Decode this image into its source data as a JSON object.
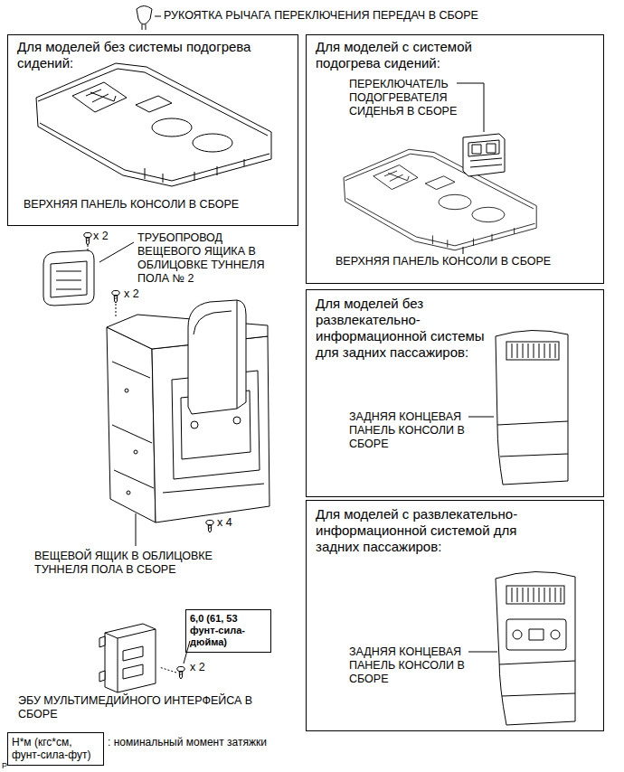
{
  "diagram": {
    "nodes": [
      {
        "text": [
          "Для моделей без системы подогрева сидений:",
          "ВЕРХНЯЯ ПАНЕЛЬ КОНСОЛИ В СБОРЕ"
        ]
      },
      {
        "text": [
          "Для моделей с системой подогрева сидений:",
          "ПЕРЕКЛЮЧАТЕЛЬ ПОДОГРЕВАТЕЛЯ СИДЕНЬЯ В СБОРЕ",
          "ВЕРХНЯЯ ПАНЕЛЬ КОНСОЛИ В СБОРЕ"
        ]
      },
      {
        "text": [
          "Для моделей без развлекательно-информационной системы для задних пассажиров:",
          "ЗАДНЯЯ КОНЦЕВАЯ ПАНЕЛЬ КОНСОЛИ В СБОРЕ"
        ]
      },
      {
        "text": [
          "Для моделей с развлекательно-информационной системой для задних пассажиров:",
          "ЗАДНЯЯ КОНЦЕВАЯ ПАНЕЛЬ КОНСОЛИ В СБОРЕ"
        ]
      },
      {
        "text": [
          "6,0 (61, 53 фунт-сила-дюйма)"
        ]
      },
      {
        "text": [
          "Н*м (кгс*см, фунт-сила-фут)"
        ]
      }
    ],
    "labels": [
      "РУКОЯТКА РЫЧАГА ПЕРЕКЛЮЧЕНИЯ ПЕРЕДАЧ В СБОРЕ",
      "x 2",
      "ТРУБОПРОВОД ВЕЩЕВОГО ЯЩИКА В ОБЛИЦОВКЕ ТУННЕЛЯ ПОЛА № 2",
      "x 2",
      "x 4",
      "ВЕЩЕВОЙ ЯЩИК В ОБЛИЦОВКЕ ТУННЕЛЯ ПОЛА В СБОРЕ",
      "x 2",
      "ЭБУ МУЛЬТИМЕДИЙНОГО ИНТЕРФЕЙСА В СБОРЕ",
      ": номинальный момент затяжки",
      "P"
    ]
  }
}
